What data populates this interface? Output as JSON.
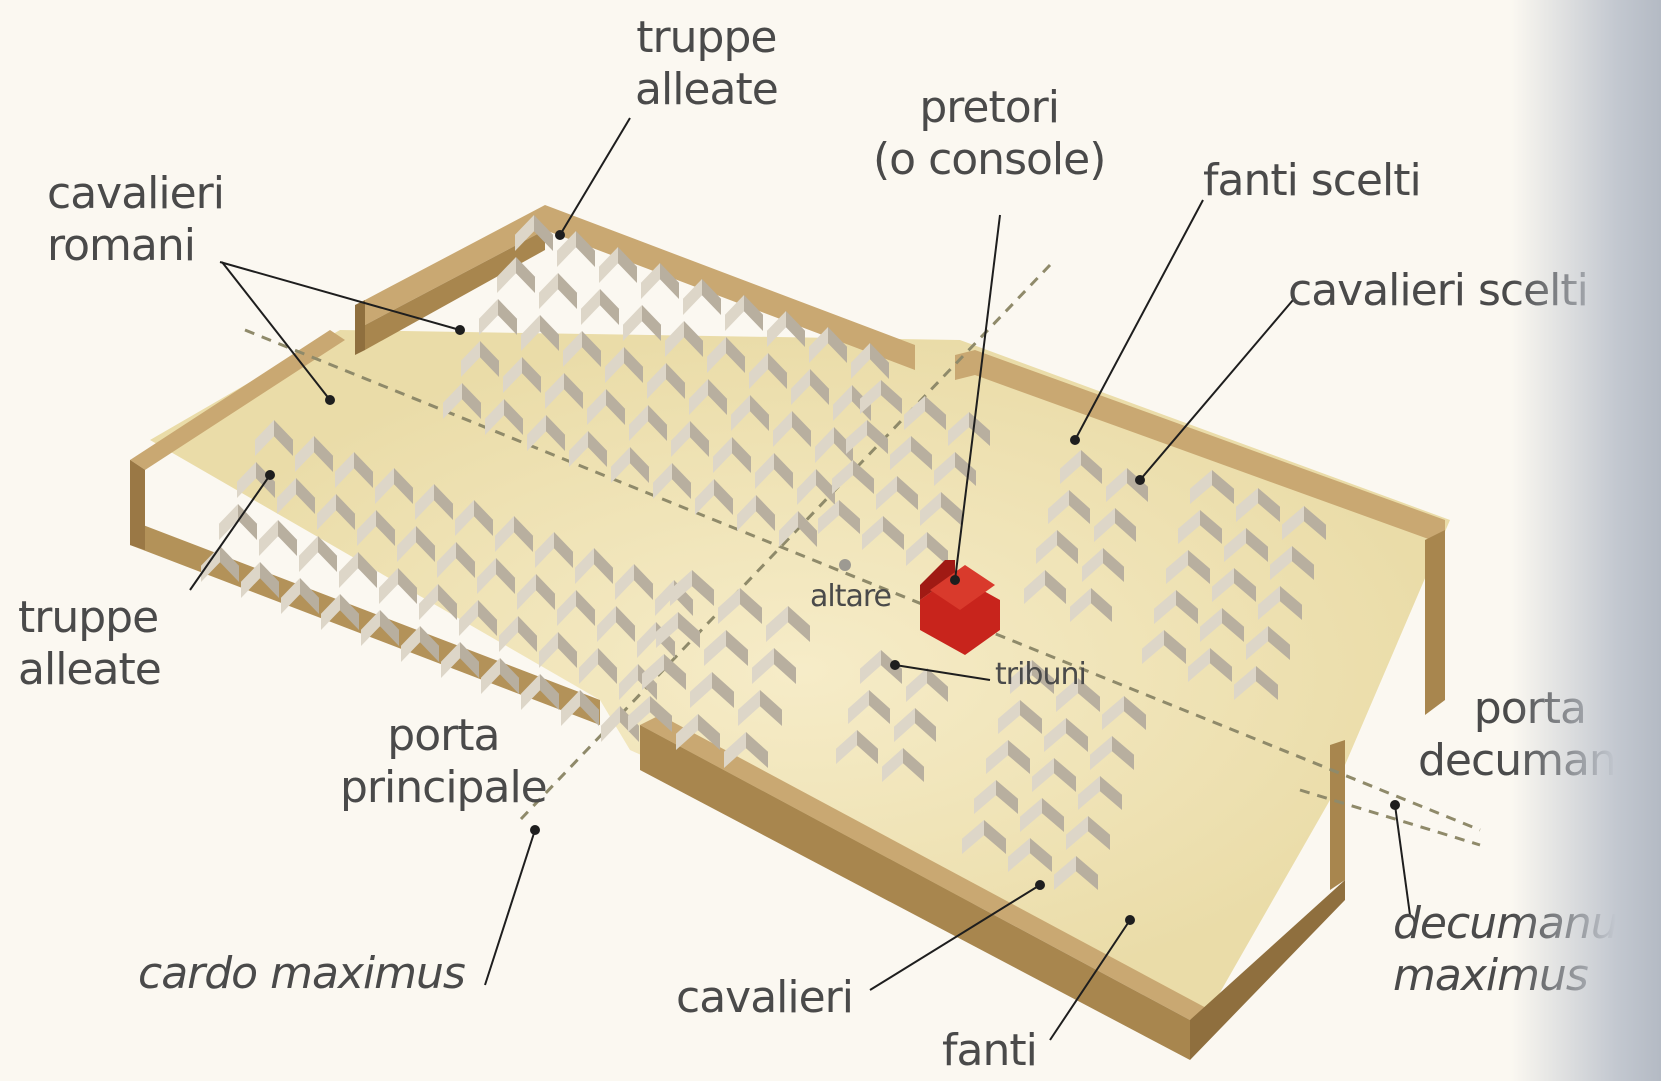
{
  "diagram": {
    "labels": {
      "truppe_alleate_top": [
        "truppe",
        "alleate"
      ],
      "cavalieri_romani": [
        "cavalieri",
        "romani"
      ],
      "pretori": [
        "pretori",
        "(o console)"
      ],
      "fanti_scelti": "fanti scelti",
      "cavalieri_scelti": "cavalieri scelti",
      "truppe_alleate_left": [
        "truppe",
        "alleate"
      ],
      "altare": "altare",
      "tribuni": "tribuni",
      "porta_principale": [
        "porta",
        "principale"
      ],
      "porta_decumana": [
        "porta",
        "decumana"
      ],
      "cardo_maximus": "cardo maximus",
      "decumanus_maximus": [
        "decumanus",
        "maximus"
      ],
      "cavalieri": "cavalieri",
      "fanti": "fanti"
    },
    "colors": {
      "ground": "#eadca8",
      "wall_top": "#c9a872",
      "wall_side": "#a8864e",
      "tent": "#ddd6c8",
      "tent_shade": "#b8af9f",
      "praetorium": "#c8241c",
      "road_dash": "#8f8a6a",
      "text": "#4a4a4a"
    }
  }
}
